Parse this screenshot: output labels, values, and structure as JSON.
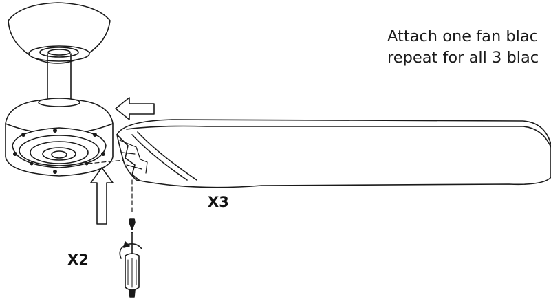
{
  "instructions": {
    "line1": "Attach one fan blac",
    "line2": "repeat for all 3 blac"
  },
  "labels": {
    "blade_qty": "X3",
    "screw_qty": "X2"
  },
  "colors": {
    "line": "#1a1a1a",
    "fill": "#ffffff"
  }
}
